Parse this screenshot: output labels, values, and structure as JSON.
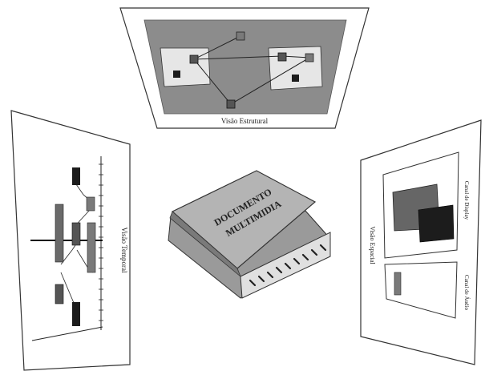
{
  "top_panel": {
    "label": "Visão Estrutural"
  },
  "left_panel": {
    "label": "Visão Temporal"
  },
  "right_panel": {
    "label": "Visão Espacial",
    "display_channel_label": "Canal de Display",
    "audio_channel_label": "Canal de Áudio"
  },
  "book": {
    "title_line1": "DOCUMENTO",
    "title_line2": "MULTIMIDIA"
  },
  "colors": {
    "panel_fill": "#ffffff",
    "outline": "#333333",
    "gray_background": "#8c8c8c",
    "light_box": "#e6e6e6",
    "node_dark": "#1c1c1c",
    "node_gray": "#7a7a7a",
    "book_gray": "#9a9a9a",
    "book_dark": "#555555"
  }
}
